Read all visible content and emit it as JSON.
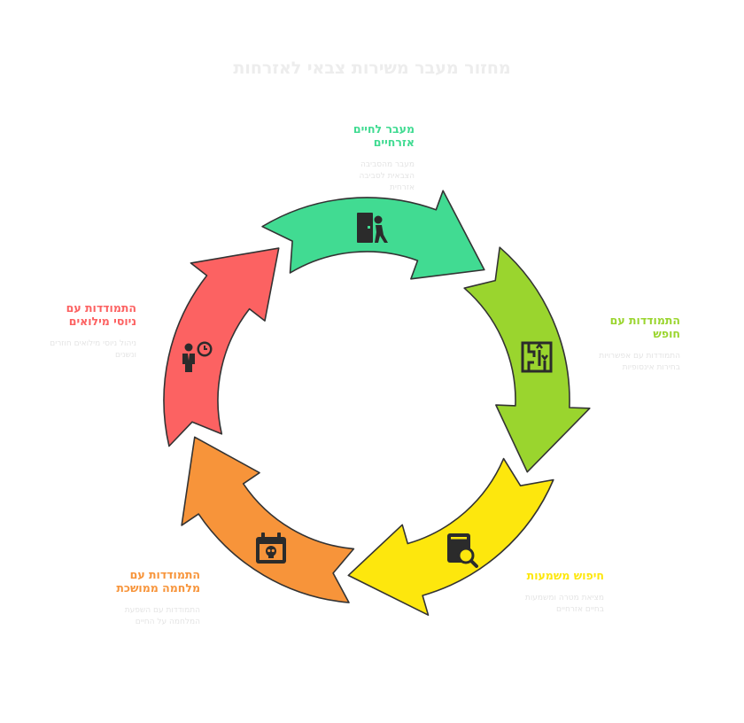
{
  "title": "מחזור מעבר משירות צבאי לאזרחות",
  "stages": [
    {
      "key": "civilian",
      "heading": "מעבר לחיים אזרחיים",
      "description": "מעבר מהסביבה הצבאית לסביבה אזרחית",
      "color": "#41db92",
      "icon": "person-exit-door-icon"
    },
    {
      "key": "freedom",
      "heading": "התמודדות עם חופש",
      "description": "התמודדות עם אפשרויות בחירות אינסופיות",
      "color": "#9ad52e",
      "icon": "maze-arrows-icon"
    },
    {
      "key": "meaning",
      "heading": "חיפוש משמעות",
      "description": "מציאת מטרה ומשמעות בחיים אזרחיים",
      "color": "#fde70d",
      "icon": "book-search-icon"
    },
    {
      "key": "war",
      "heading": "התמודדות עם מלחמה ממושכת",
      "description": "התמודדות עם השפעת המלחמה על החיים",
      "color": "#f7943a",
      "icon": "calendar-skull-icon"
    },
    {
      "key": "reserve",
      "heading": "התמודדות עם ניוסי מילואים",
      "description": "ניהול ניוסי מילואים חוזרים ונשנים",
      "color": "#fc6262",
      "icon": "person-clock-icon"
    }
  ]
}
